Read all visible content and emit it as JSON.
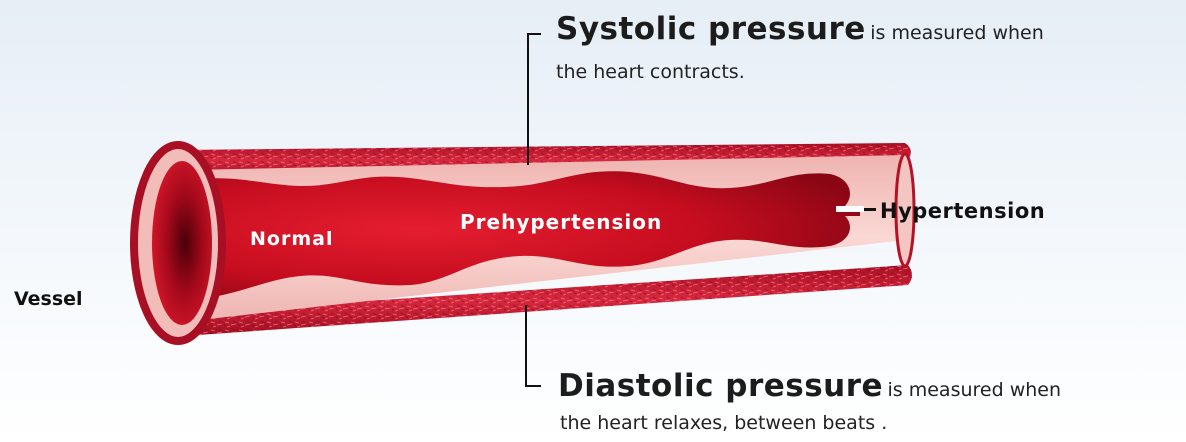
{
  "labels": {
    "vessel": "Vessel",
    "normal": "Normal",
    "prehypertension": "Prehypertension",
    "hypertension": "Hypertension"
  },
  "systolic": {
    "title": "Systolic pressure",
    "desc_line1": "is measured when",
    "desc_line2": "the heart contracts."
  },
  "diastolic": {
    "title": "Diastolic pressure",
    "desc_line1": "is measured when",
    "desc_line2": "the heart relaxes, between beats ."
  },
  "colors": {
    "outer_wall": "#c0152e",
    "inner_lining": "#f4c2bf",
    "blood": "#c80d1e",
    "blood_dark": "#7e0612"
  }
}
